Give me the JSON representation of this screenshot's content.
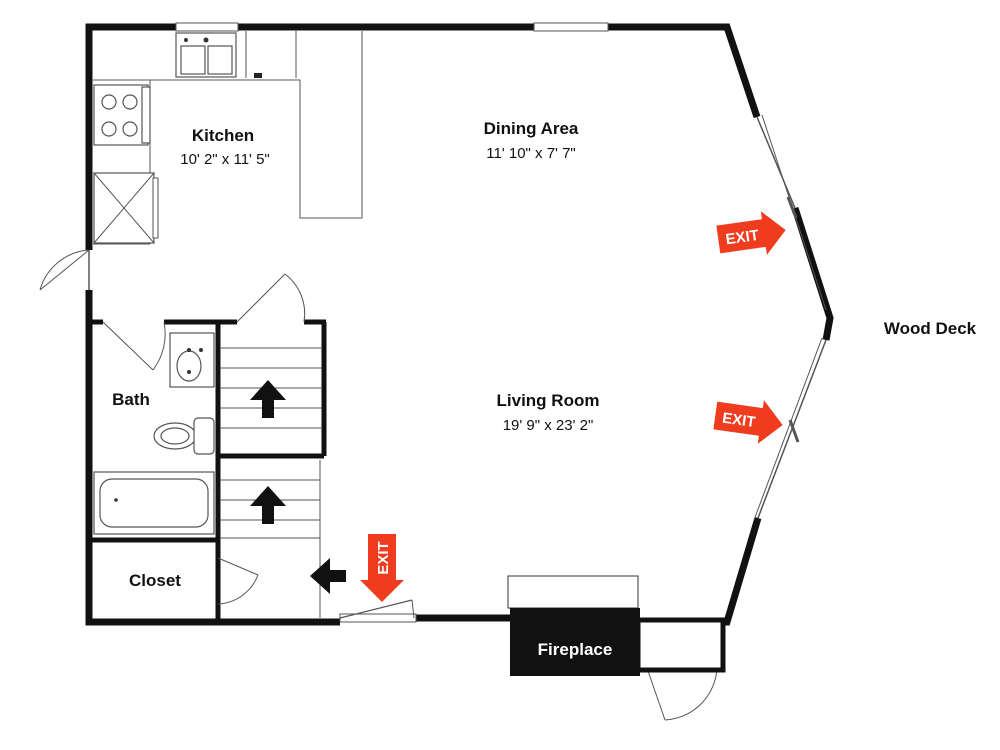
{
  "rooms": {
    "kitchen": {
      "name": "Kitchen",
      "dims": "10' 2\" x 11' 5\""
    },
    "dining": {
      "name": "Dining Area",
      "dims": "11' 10\" x 7' 7\""
    },
    "living": {
      "name": "Living Room",
      "dims": "19' 9\" x 23' 2\""
    },
    "bath": {
      "name": "Bath"
    },
    "closet": {
      "name": "Closet"
    },
    "fireplace": {
      "name": "Fireplace"
    }
  },
  "outside": {
    "deck_label": "Wood Deck"
  },
  "exits": {
    "label": "EXIT",
    "count": 3
  },
  "colors": {
    "wall": "#111111",
    "exit": "#f03c1e",
    "fireplace": "#111111",
    "background": "#ffffff"
  },
  "icons": [
    "stair-up-arrow-icon",
    "left-arrow-icon",
    "exit-arrow-icon",
    "sink-icon",
    "stove-icon",
    "toilet-icon",
    "bathtub-icon"
  ]
}
